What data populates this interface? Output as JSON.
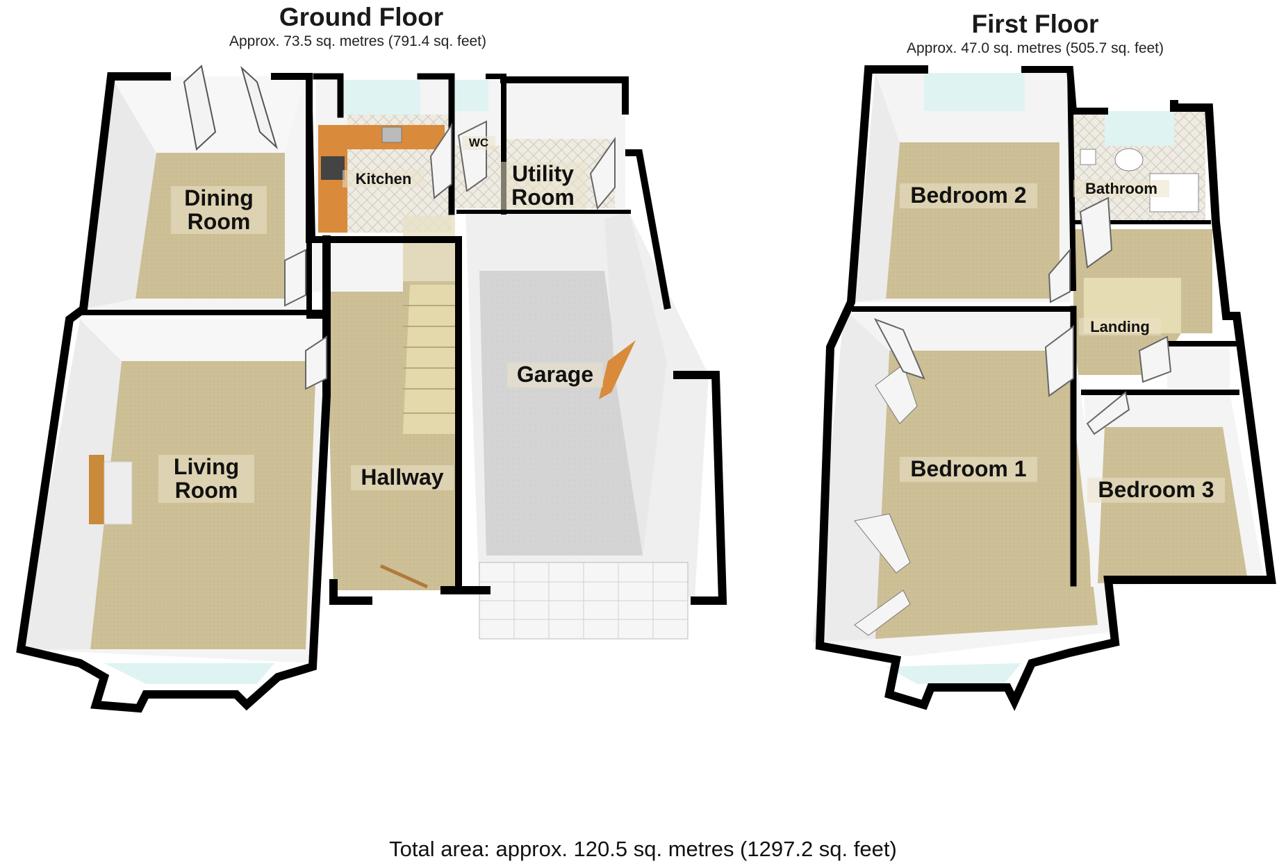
{
  "ground_floor": {
    "title": "Ground Floor",
    "area": "Approx. 73.5 sq. metres (791.4 sq. feet)",
    "rooms": {
      "dining_room": "Dining\nRoom",
      "kitchen": "Kitchen",
      "wc": "WC",
      "utility_room": "Utility\nRoom",
      "living_room": "Living\nRoom",
      "hallway": "Hallway",
      "garage": "Garage"
    }
  },
  "first_floor": {
    "title": "First Floor",
    "area": "Approx. 47.0 sq. metres (505.7 sq. feet)",
    "rooms": {
      "bedroom_2": "Bedroom 2",
      "bathroom": "Bathroom",
      "landing": "Landing",
      "bedroom_1": "Bedroom 1",
      "bedroom_3": "Bedroom 3"
    }
  },
  "total_area": "Total area: approx. 120.5 sq. metres (1297.2 sq. feet)",
  "colors": {
    "wall": "#000000",
    "carpet": "#cdbf96",
    "floor_grey": "#d2d2d2",
    "wall_face": "#f4f4f4",
    "kitchen_worktop": "#d98a3a",
    "tile": "#ece9e0",
    "window": "#dff3f3",
    "door": "#f6f6f6"
  }
}
